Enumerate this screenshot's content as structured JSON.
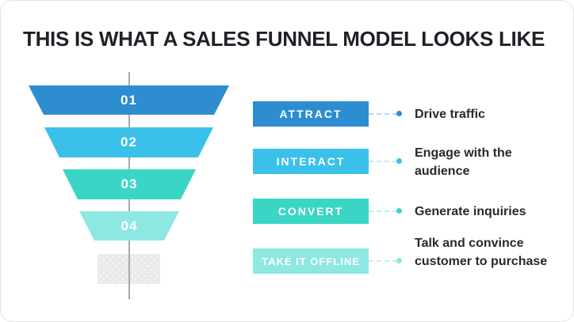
{
  "title": "THIS IS WHAT A SALES FUNNEL MODEL LOOKS LIKE",
  "funnel": {
    "stages": [
      {
        "number": "01",
        "color": "#2E8DD1"
      },
      {
        "number": "02",
        "color": "#3BC1E9"
      },
      {
        "number": "03",
        "color": "#3AD6C5"
      },
      {
        "number": "04",
        "color": "#8DE8E1"
      }
    ],
    "drain_box": {
      "color": "#EAEAEA",
      "pattern": "dotted"
    },
    "axis_line_color": "#A8A8A8"
  },
  "legend": {
    "rows": [
      {
        "label": "ATTRACT",
        "description": "Drive traffic",
        "color": "#2E8DD1",
        "line_color": "#AFD7F1"
      },
      {
        "label": "INTERACT",
        "description": "Engage with the audience",
        "color": "#3BC1E9",
        "line_color": "#BFE9F8"
      },
      {
        "label": "CONVERT",
        "description": "Generate inquiries",
        "color": "#3AD6C5",
        "line_color": "#BDF0E9"
      },
      {
        "label": "TAKE IT OFFLINE",
        "description": "Talk and convince customer to purchase",
        "color": "#8DE8E1",
        "line_color": "#C9F2EF"
      }
    ]
  }
}
